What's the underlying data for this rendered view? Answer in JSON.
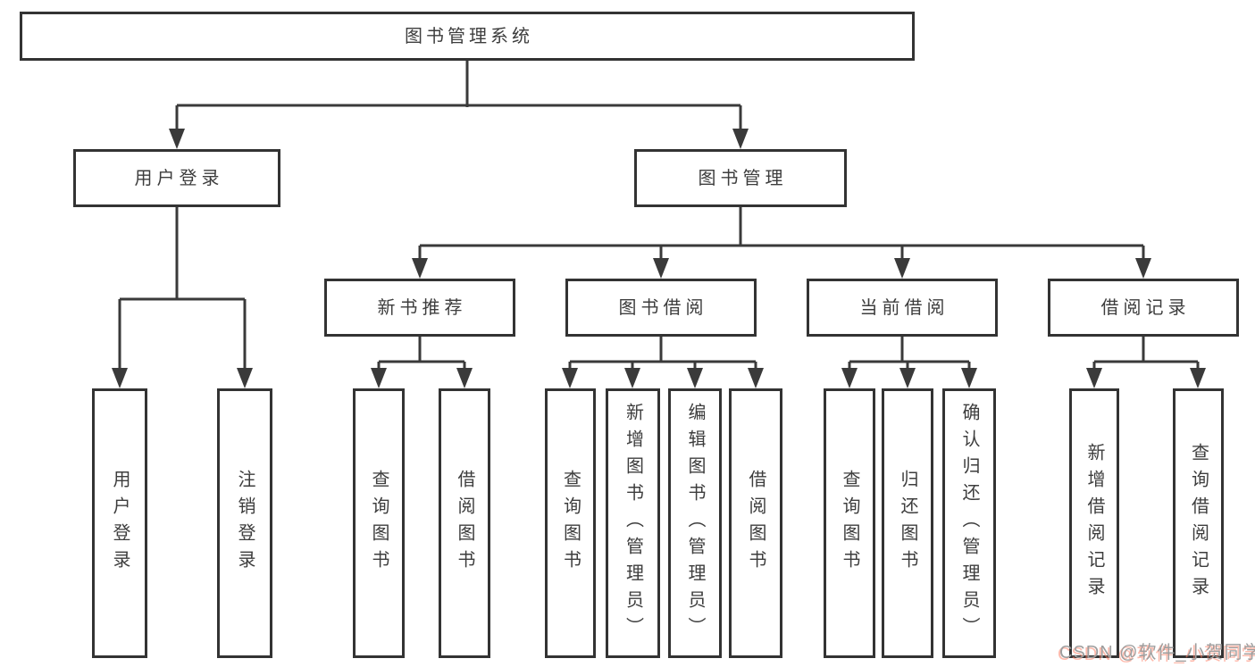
{
  "diagram": {
    "root": {
      "label": "图书管理系统"
    },
    "level1": [
      {
        "label": "用户登录"
      },
      {
        "label": "图书管理"
      }
    ],
    "level2": [
      {
        "label": "新书推荐"
      },
      {
        "label": "图书借阅"
      },
      {
        "label": "当前借阅"
      },
      {
        "label": "借阅记录"
      }
    ],
    "leaves": [
      {
        "label": "用户登录"
      },
      {
        "label": "注销登录"
      },
      {
        "label": "查询图书"
      },
      {
        "label": "借阅图书"
      },
      {
        "label": "查询图书"
      },
      {
        "label": "新增图书（管理员）"
      },
      {
        "label": "编辑图书（管理员）"
      },
      {
        "label": "借阅图书"
      },
      {
        "label": "查询图书"
      },
      {
        "label": "归还图书"
      },
      {
        "label": "确认归还（管理员）"
      },
      {
        "label": "新增借阅记录"
      },
      {
        "label": "查询借阅记录"
      }
    ],
    "colors": {
      "line": "#3a3a3a",
      "box_border": "#333333",
      "text": "#3d3d3d",
      "background": "#ffffff"
    }
  },
  "watermark": {
    "text": "CSDN @软件_小贺同学",
    "color": "#9e9e9e",
    "shadow_color": "#ff7f66"
  }
}
